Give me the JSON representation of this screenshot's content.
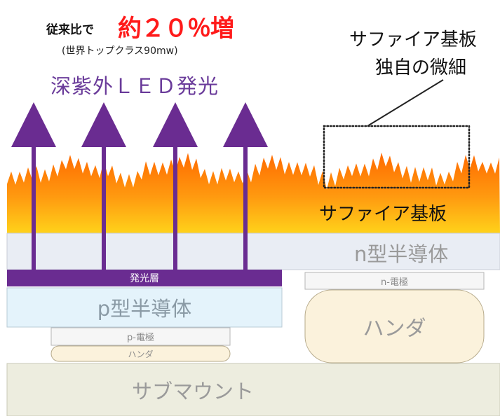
{
  "headline": {
    "prefix": "従来比で",
    "highlight": "約２０％増",
    "sub": "(世界トップクラス90mw)",
    "title": "深紫外ＬＥＤ発光"
  },
  "callout": {
    "line1": "サファイア基板",
    "line2": "独自の微細"
  },
  "layers": {
    "sapphire": "サファイア基板",
    "n_type": "n型半導体",
    "emitting": "発光層",
    "n_electrode": "n-電極",
    "p_type": "p型半導体",
    "p_electrode": "p-電極",
    "solder_small": "ハンダ",
    "solder_large": "ハンダ",
    "submount": "サブマウント"
  },
  "colors": {
    "purple": "#6a2c91",
    "purple_text": "#6a3b9a",
    "highlight_red": "#ff1a1a",
    "sapphire_top": "#ff7a00",
    "sapphire_bottom": "#ffd21a",
    "n_layer": "#e9edf4",
    "p_layer": "#e4f3fb",
    "solder": "#fbf2dc",
    "submount": "#ededdf",
    "gray_text": "#9a9a9a"
  },
  "arrow_count": 4
}
